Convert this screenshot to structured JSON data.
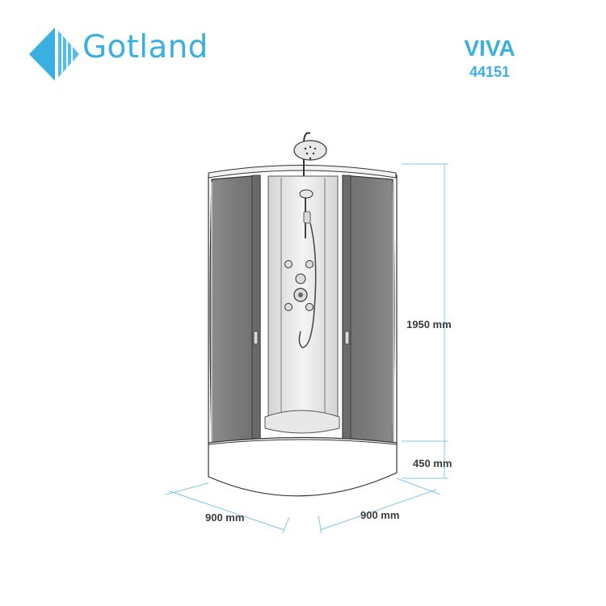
{
  "brand": {
    "name": "Gotland",
    "color": "#3ab0e2"
  },
  "product": {
    "model": "VIVA",
    "code": "44151",
    "text_color": "#3ab0e2"
  },
  "dimensions": {
    "height_cabin": "1950 mm",
    "height_tray": "450 mm",
    "width_left": "900 mm",
    "width_right": "900 mm",
    "line_color": "#7fc6e8"
  },
  "icons": {
    "logo": "diamond-logo-icon",
    "shower_head": "rain-shower-head-icon",
    "hand_shower": "hand-shower-icon",
    "mixer": "mixer-valve-icon",
    "jets": "massage-jet-icon",
    "door_handle": "door-handle-icon"
  }
}
